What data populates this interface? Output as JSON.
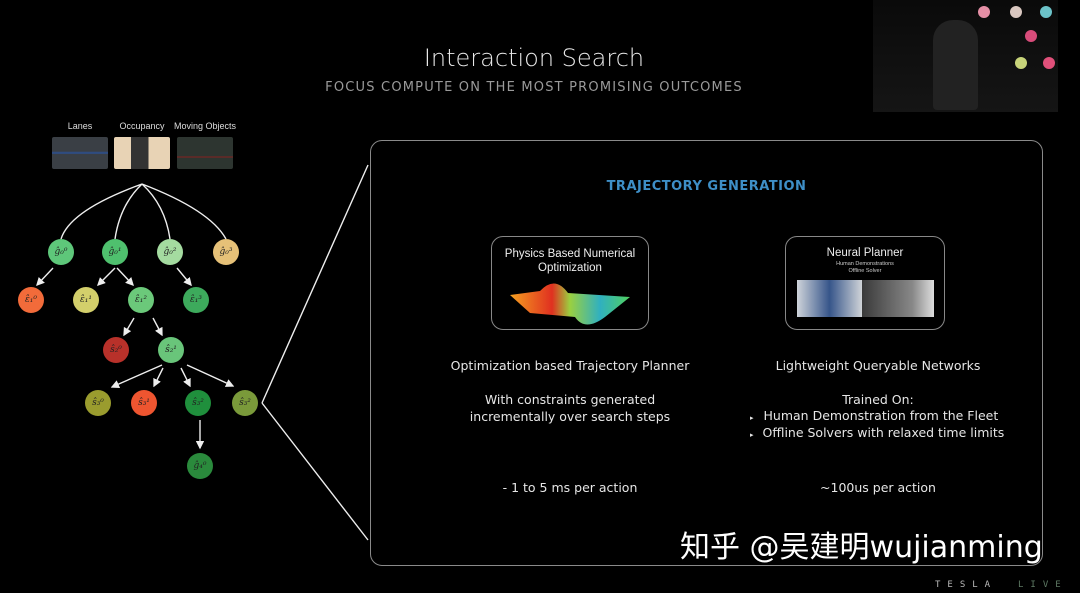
{
  "slide": {
    "title": "Interaction Search",
    "subtitle": "FOCUS COMPUTE ON THE MOST PROMISING OUTCOMES"
  },
  "inputs": [
    {
      "label": "Lanes"
    },
    {
      "label": "Occupancy"
    },
    {
      "label": "Moving Objects"
    }
  ],
  "tree": {
    "nodes": [
      {
        "label": "ĝ₀⁰",
        "color": "#5ec77a"
      },
      {
        "label": "ĝ₀¹",
        "color": "#4fc06e"
      },
      {
        "label": "ĝ₀²",
        "color": "#a4dba0"
      },
      {
        "label": "ĝ₀³",
        "color": "#e6c178"
      },
      {
        "label": "ε̂₁⁰",
        "color": "#f26b3a"
      },
      {
        "label": "ε̂₁¹",
        "color": "#d3cf6b"
      },
      {
        "label": "ε̂₁²",
        "color": "#6bc97a"
      },
      {
        "label": "ε̂₁³",
        "color": "#3daa5c"
      },
      {
        "label": "ŝ₂⁰",
        "color": "#b8312a"
      },
      {
        "label": "ŝ₂¹",
        "color": "#69c57a"
      },
      {
        "label": "ŝ₃⁰",
        "color": "#9a9c2e"
      },
      {
        "label": "ŝ₃¹",
        "color": "#ee5530"
      },
      {
        "label": "ŝ₃²",
        "color": "#1f8f3c"
      },
      {
        "label": "ŝ₃²",
        "color": "#7a9a3a"
      },
      {
        "label": "ĝ₄⁰",
        "color": "#2a8a3c"
      }
    ]
  },
  "panel": {
    "heading": "TRAJECTORY GENERATION",
    "heading_color": "#3e8fc7",
    "left": {
      "card_title": "Physics Based Numerical Optimization",
      "name": "Optimization based Trajectory Planner",
      "desc_line1": "With constraints generated",
      "desc_line2": "incrementally over search steps",
      "timing": "- 1 to 5 ms per action"
    },
    "right": {
      "card_title": "Neural Planner",
      "card_sub1": "Human Demonstrations",
      "card_sub2": "Offline Solver",
      "name": "Lightweight Queryable Networks",
      "trained_on": "Trained On:",
      "bullets": [
        "Human Demonstration from the Fleet",
        "Offline Solvers with relaxed time limits"
      ],
      "timing": "~100us per action"
    }
  },
  "watermark": "知乎 @吴建明wujianming",
  "branding": {
    "tesla": "TESLA",
    "live": "LIVE"
  }
}
